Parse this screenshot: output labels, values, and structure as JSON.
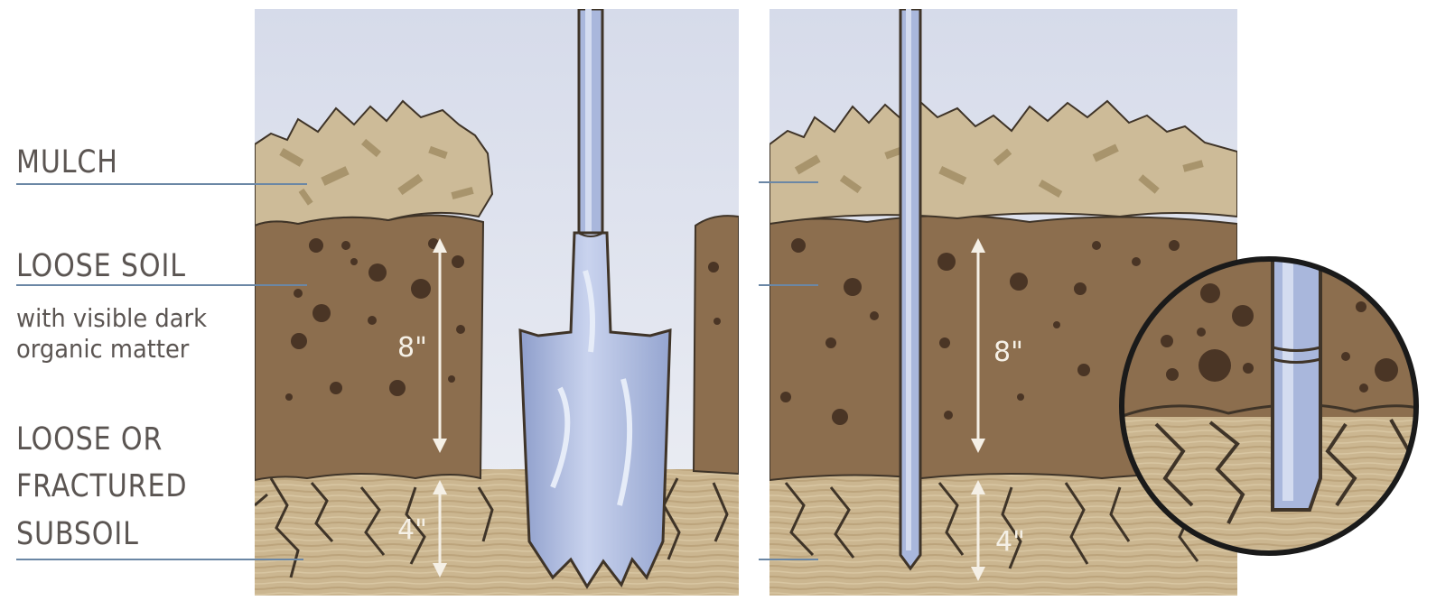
{
  "labels": {
    "mulch": "MULCH",
    "loose_soil": "LOOSE SOIL",
    "loose_soil_note_line1": "with visible dark",
    "loose_soil_note_line2": "organic matter",
    "subsoil_line1": "LOOSE OR",
    "subsoil_line2": "FRACTURED",
    "subsoil_line3": "SUBSOIL"
  },
  "measurements": {
    "left_upper": "8\"",
    "left_lower": "4\"",
    "right_upper": "8\"",
    "right_lower": "4\""
  },
  "colors": {
    "sky": "#dfe3ee",
    "mulch": "#cdbb98",
    "soil": "#8c6e4e",
    "subsoil": "#c9b48e",
    "tool": "#a9b7dc",
    "text": "#5b5552",
    "leader": "#6b87a5"
  }
}
